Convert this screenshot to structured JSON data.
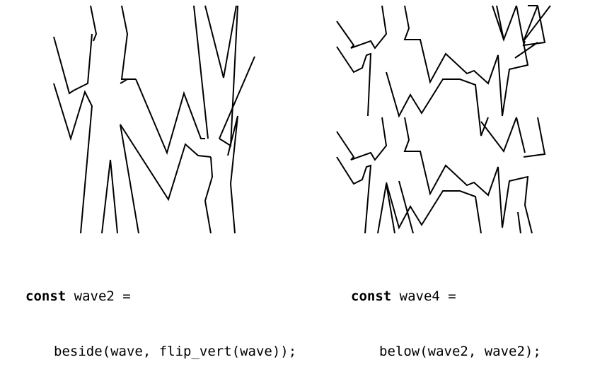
{
  "figures": {
    "left": {
      "name": "wave2 (beside)"
    },
    "right": {
      "name": "wave4 (below)"
    }
  },
  "code_left": {
    "keyword": "const",
    "decl": " wave2 =",
    "expr": "beside(wave, flip_vert(wave));"
  },
  "code_right": {
    "keyword": "const",
    "decl": " wave4 =",
    "expr": "below(wave2, wave2);"
  },
  "colors": {
    "stroke": "#000000",
    "background": "#ffffff"
  }
}
